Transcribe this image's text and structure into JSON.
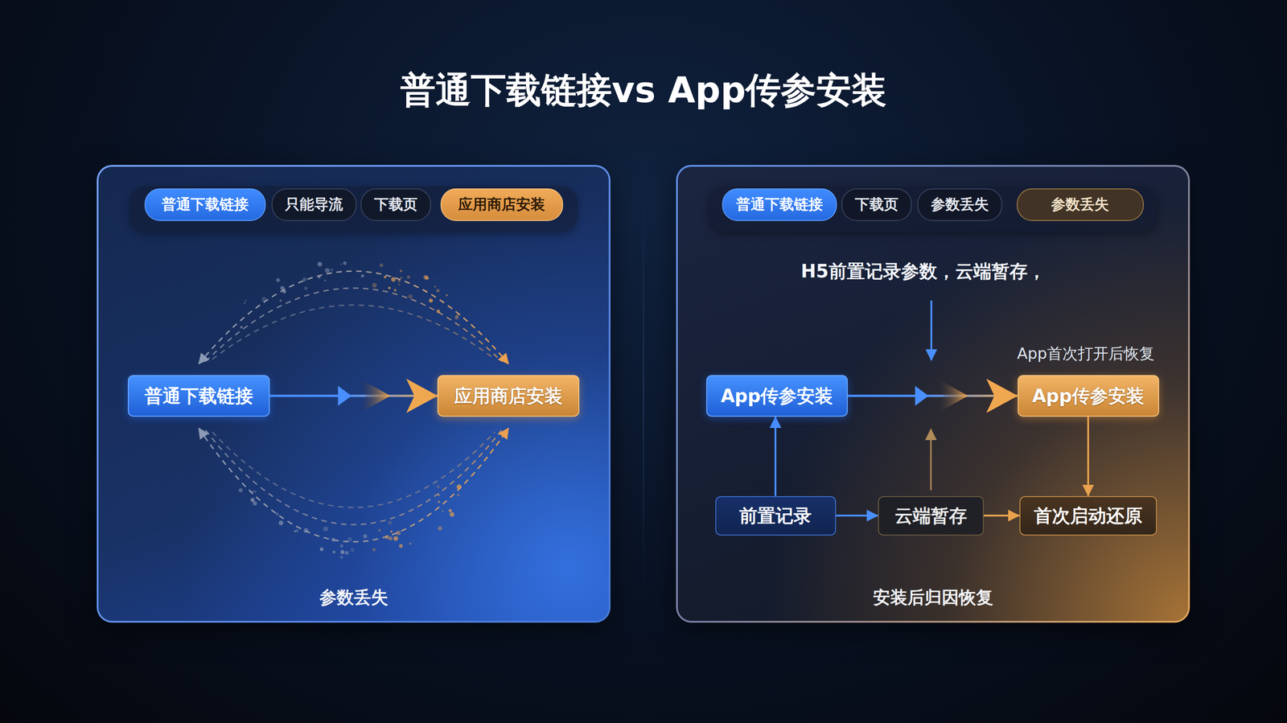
{
  "diagram": {
    "title": "普通下载链接vs App传参安装",
    "nodes": [
      {
        "text": [
          "参数丢失"
        ]
      },
      {
        "text": [
          "普通下载链接"
        ],
        "in": 0
      },
      {
        "text": [
          "只能导流"
        ],
        "in": 0
      },
      {
        "text": [
          "下载页"
        ],
        "in": 0
      },
      {
        "text": [
          "应用商店安装"
        ],
        "in": 0
      },
      {
        "text": [
          "普通下载链接"
        ],
        "in": 0
      },
      {
        "text": [
          "应用商店安装"
        ],
        "in": 0
      },
      {
        "text": [
          "安装后归因恢复"
        ]
      },
      {
        "text": [
          "普通下载链接"
        ],
        "in": 7
      },
      {
        "text": [
          "下载页"
        ],
        "in": 7
      },
      {
        "text": [
          "参数丢失"
        ],
        "in": 7
      },
      {
        "text": [
          "参数丢失"
        ],
        "in": 7
      },
      {
        "text": [
          "App传参安装"
        ],
        "in": 7
      },
      {
        "text": [
          "App传参安装"
        ],
        "in": 7
      },
      {
        "text": [
          "前置记录"
        ],
        "in": 7
      },
      {
        "text": [
          "云端暂存"
        ],
        "in": 7
      },
      {
        "text": [
          "首次启动还原"
        ],
        "in": 7
      }
    ],
    "edges": [
      {
        "from": 5,
        "to": 6,
        "arrow": "to"
      },
      {
        "from": 12,
        "to": 13,
        "arrow": "to"
      },
      {
        "from": 14,
        "to": 12,
        "arrow": "to"
      },
      {
        "from": 14,
        "to": 15,
        "arrow": "to"
      },
      {
        "from": 15,
        "to": 16,
        "arrow": "to"
      },
      {
        "from": 13,
        "to": 16,
        "arrow": "to"
      }
    ],
    "labels": [
      "H5前置记录参数，云端暂存，",
      "App首次打开后恢复"
    ]
  }
}
